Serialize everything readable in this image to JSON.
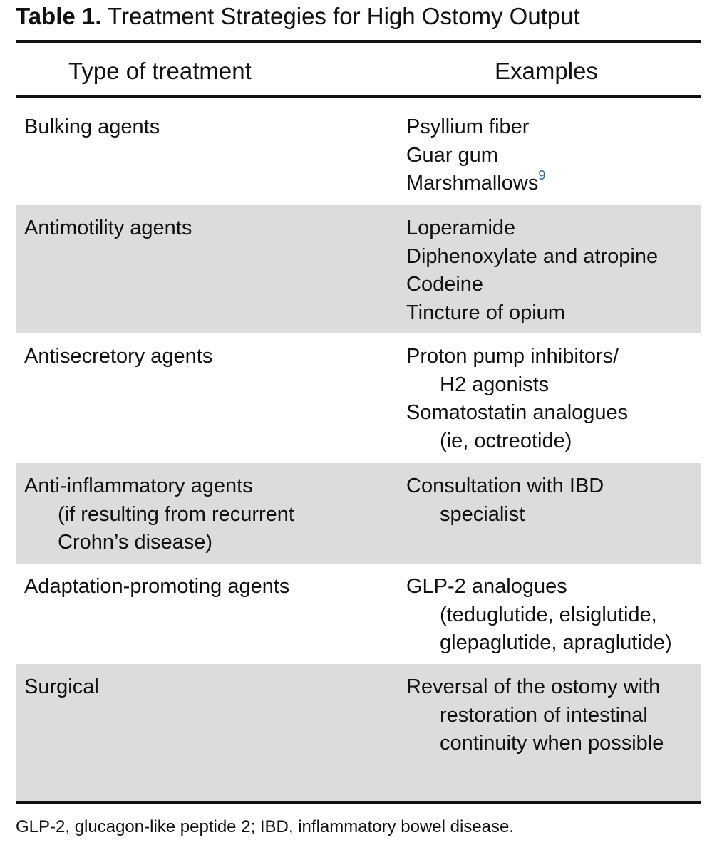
{
  "title": {
    "label": "Table 1.",
    "text": "Treatment Strategies for High Ostomy Output"
  },
  "headers": {
    "type": "Type of treatment",
    "examples": "Examples"
  },
  "rows": [
    {
      "type": [
        "Bulking agents"
      ],
      "examples": [
        "Psyllium fiber",
        "Guar gum",
        "Marshmallows"
      ],
      "ref": "9"
    },
    {
      "type": [
        "Antimotility agents"
      ],
      "examples": [
        "Loperamide",
        "Diphenoxylate and atropine",
        "Codeine",
        "Tincture of opium"
      ]
    },
    {
      "type": [
        "Antisecretory agents"
      ],
      "examples": [
        "Proton pump inhibitors/",
        "H2 agonists",
        "Somatostatin analogues",
        "(ie, octreotide)"
      ]
    },
    {
      "type": [
        "Anti-inflammatory agents",
        "(if resulting from recurrent",
        "Crohn’s disease)"
      ],
      "examples": [
        "Consultation with IBD",
        "specialist"
      ]
    },
    {
      "type": [
        "Adaptation-promoting agents"
      ],
      "examples": [
        "GLP-2 analogues",
        "(teduglutide, elsiglutide,",
        "glepaglutide, apraglutide)"
      ]
    },
    {
      "type": [
        "Surgical"
      ],
      "examples": [
        "Reversal of the ostomy with",
        "restoration of intestinal",
        "continuity when possible"
      ]
    }
  ],
  "footnote": "GLP-2, glucagon-like peptide 2; IBD, inflammatory bowel disease."
}
